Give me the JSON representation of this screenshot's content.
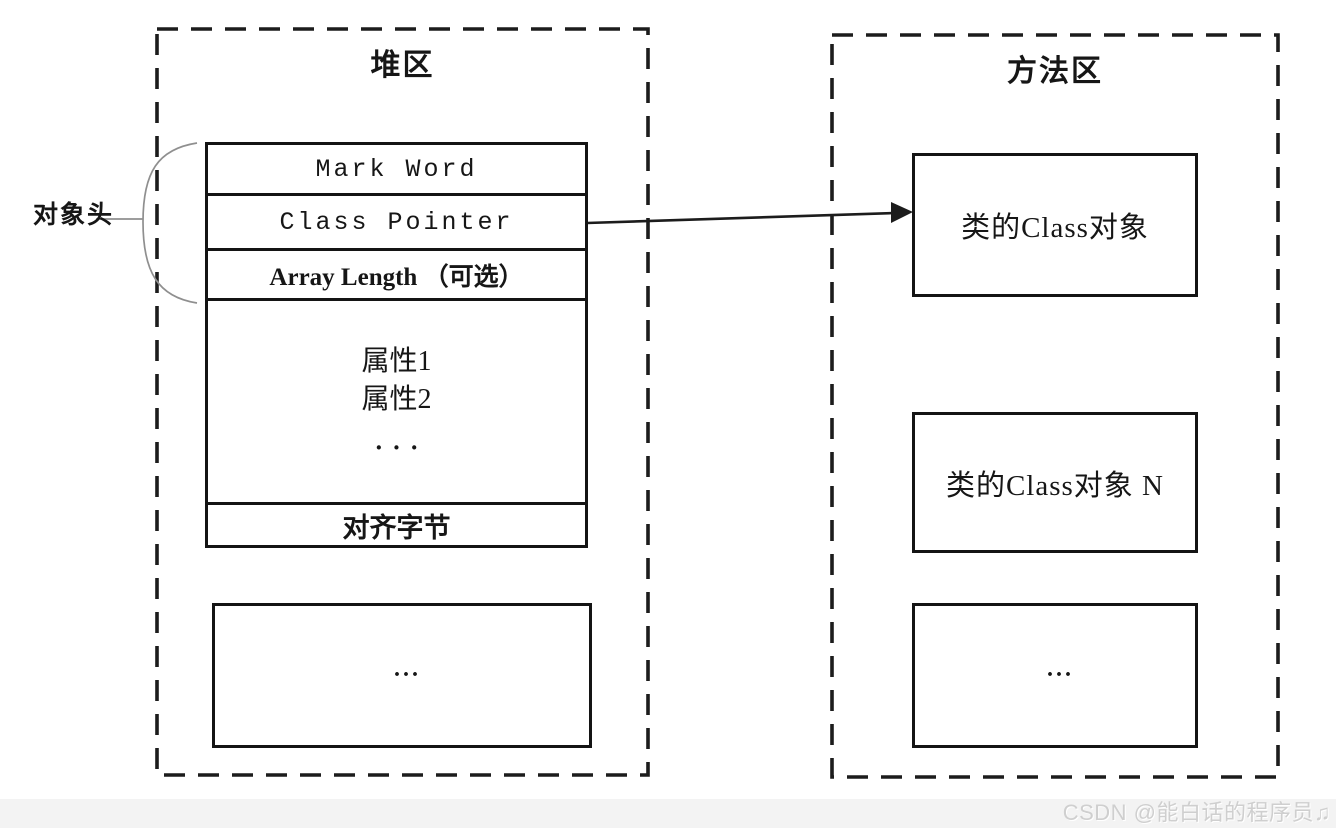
{
  "diagram": {
    "heap": {
      "title": "堆区",
      "object_header_label": "对象头",
      "object_box": {
        "header_rows": [
          "Mark Word",
          "Class Pointer",
          "Array Length （可选）"
        ],
        "instance_fields": [
          "属性1",
          "属性2",
          "···"
        ],
        "padding_row": "对齐字节"
      },
      "more_objects_placeholder": "···"
    },
    "method_area": {
      "title": "方法区",
      "class_object_box": "类的Class对象",
      "class_object_n_box": "类的Class对象 N",
      "more_placeholder": "···"
    },
    "arrow": {
      "from": "Class Pointer",
      "to": "类的Class对象"
    }
  },
  "watermark": "CSDN @能白话的程序员♫",
  "colors": {
    "line": "#1c1c1c",
    "brace": "#8f8f8f",
    "background": "#ffffff",
    "footer_band": "#f3f3f3",
    "watermark_text": "#cfcfcf"
  }
}
